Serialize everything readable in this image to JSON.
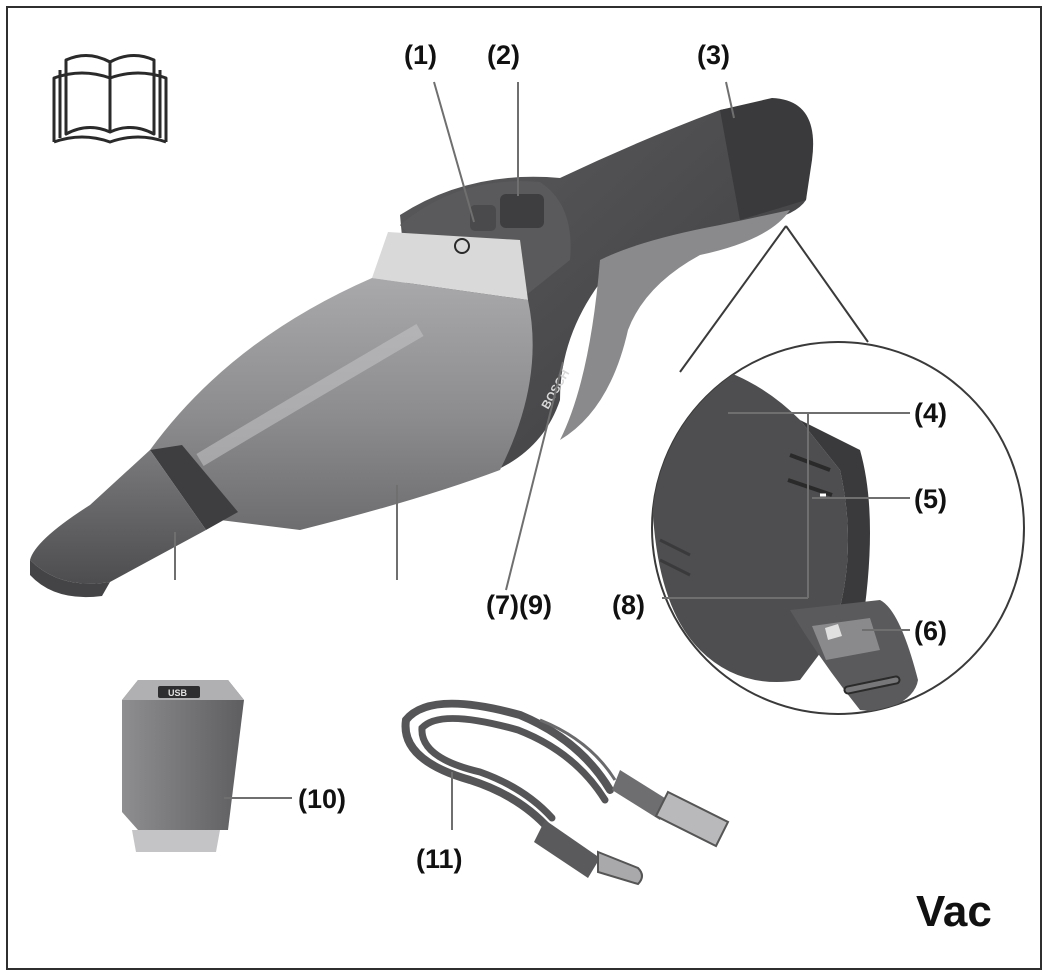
{
  "labels": {
    "l1": "(1)",
    "l2": "(2)",
    "l3": "(3)",
    "l4": "(4)",
    "l5": "(5)",
    "l6": "(6)",
    "l7_9": "(7)(9)",
    "l8": "(8)",
    "l10": "(10)",
    "l11": "(11)"
  },
  "brand_label": "Vac",
  "product_logo": "BOSCH",
  "charger_port_text": "USB",
  "icons": {
    "manual": "open-book-manual-icon"
  },
  "colors": {
    "frame": "#2f2f2f",
    "body_dark": "#4a4a4c",
    "bin_translucent": "#8f8f91",
    "leader_line": "#7a7a7a",
    "text": "#111111"
  }
}
